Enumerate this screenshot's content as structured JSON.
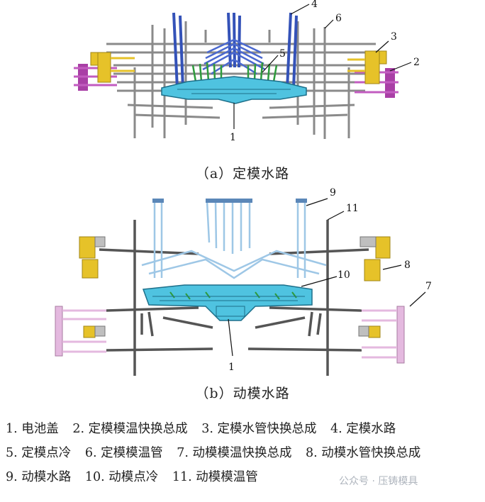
{
  "figure_a": {
    "caption": "（a）定模水路",
    "callouts": [
      "1",
      "2",
      "3",
      "4",
      "5",
      "6"
    ]
  },
  "figure_b": {
    "caption": "（b）动模水路",
    "callouts": [
      "1",
      "7",
      "8",
      "9",
      "10",
      "11"
    ]
  },
  "legend": [
    "1. 电池盖",
    "2. 定模模温快换总成",
    "3. 定模水管快换总成",
    "4. 定模水路",
    "5. 定模点冷",
    "6. 定模模温管",
    "7. 动模模温快换总成",
    "8. 动模水管快换总成",
    "9. 动模水路",
    "10. 动模点冷",
    "11. 动模模温管"
  ],
  "watermark": "公众号 · 压铸模具",
  "colors": {
    "cover": "#4fc3e0",
    "water_pipe_fixed": "#3452b8",
    "water_pipe_moving": "#9ec7e6",
    "spot_cooling": "#2e9b3c",
    "temp_pipe": "#7f7f7f",
    "quick_connector": "#e6c229",
    "temp_manifold_fixed": "#a93fa6",
    "temp_manifold_moving": "#e4b9df"
  }
}
